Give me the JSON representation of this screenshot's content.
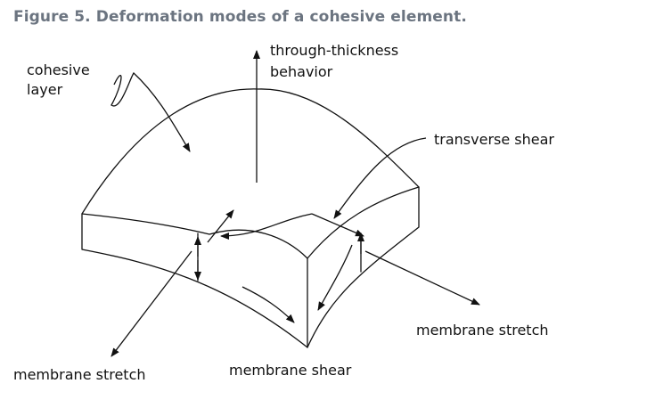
{
  "caption": "Figure 5. Deformation modes of a cohesive element.",
  "colors": {
    "caption_text": "#6b7480",
    "line": "#111111",
    "background": "#ffffff"
  },
  "labels": {
    "cohesive_layer_line1": "cohesive",
    "cohesive_layer_line2": "layer",
    "through_thickness_line1": "through-thickness",
    "through_thickness_line2": "behavior",
    "transverse_shear": "transverse shear",
    "membrane_stretch_right": "membrane stretch",
    "membrane_stretch_left": "membrane stretch",
    "membrane_shear": "membrane shear"
  }
}
